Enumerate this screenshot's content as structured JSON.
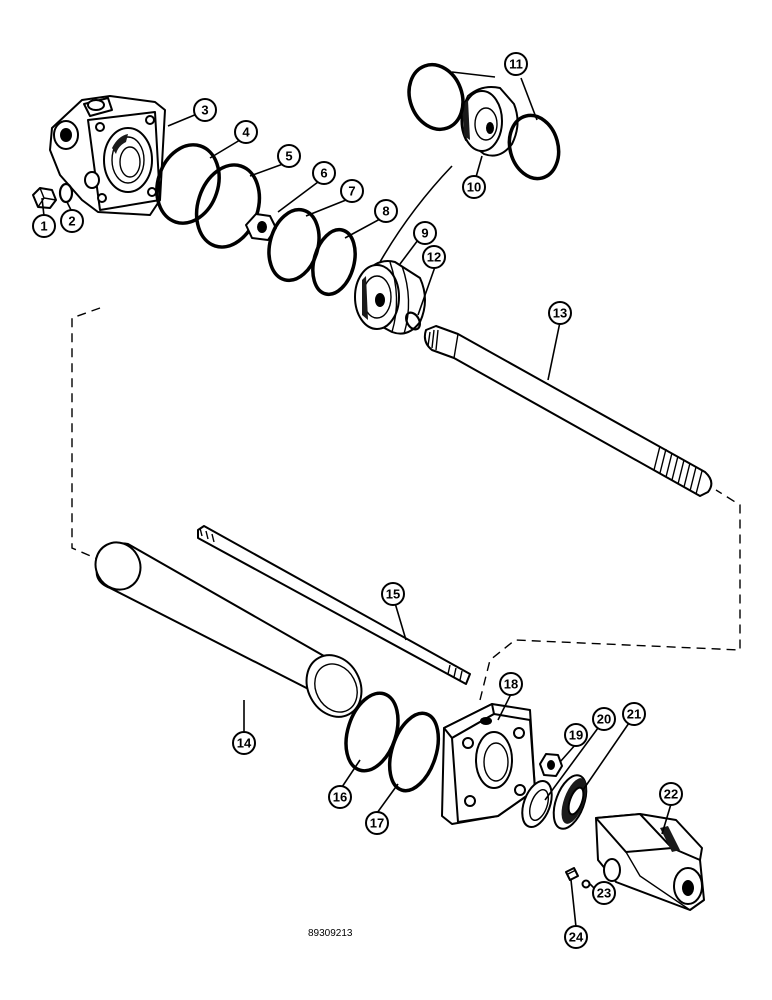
{
  "callouts": [
    "1",
    "2",
    "3",
    "4",
    "5",
    "6",
    "7",
    "8",
    "9",
    "10",
    "11",
    "12",
    "13",
    "14",
    "15",
    "16",
    "17",
    "18",
    "19",
    "20",
    "21",
    "22",
    "23",
    "24"
  ],
  "reference_number": "89309213"
}
